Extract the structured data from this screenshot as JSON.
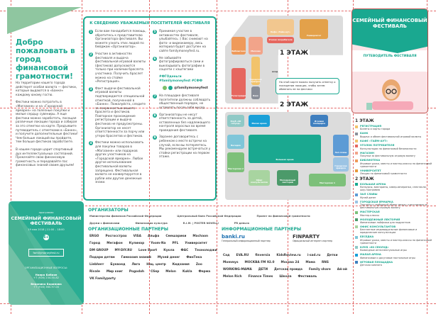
{
  "welcome": {
    "title": "Добро пожаловать в город финансовой грамотности!",
    "paragraphs": [
      "На территории нашего города действует особая валюта — фестики, которые выдаются в «Банке» каждому юному гостю.",
      "Фестики можно потратить в «Магазине» и на «Городской ярмарке» на полезные покупки и милые сердцу сувениры. А еще фестики можно заработать, посещая различные локации города и собирая за это отметки на карте. Предъявите путеводитель с отметками в «Банке», и получите дополнительные фестики! Чем больше локаций вы пройдете, тем больше фестиков заработаете.",
      "В нашем городе царит спортивный дух интеллектуальных состязаний. Прокачайте свою финансовую грамотность и передавайте пас финансовых знаний своим друзьям!"
    ]
  },
  "info": {
    "title": "К СВЕДЕНИЮ УВАЖАЕМЫХ ПОСЕТИТЕЛЕЙ ФЕСТИВАЛЯ",
    "rules": [
      {
        "n": "1",
        "text": "Если вам понадобится помощь, обратитесь к представителю Организатора фестиваля. Вы можете узнать этих людей по бейджам «Организатор»."
      },
      {
        "n": "2",
        "text": "Участие в активностях фестиваля и выдача фестивальной игровой валюты (фестиков) допускаются только при наличии браслета участника. Получить браслет можно на стойке «Регистрация»."
      },
      {
        "n": "3",
        "text": "Факт выдачи фестивальной игровой валюты подтверждается специальной отметкой, полученной в «Банке». Пожалуйста, следите за сохранностью вашего браслета и фестиков. Повторное прохождение регистрации и выдача фестиков не предусмотрены. Организатор не несет ответственности за порчу или утерю браслетов и фестиков."
      },
      {
        "n": "4",
        "text": "Фестики можно использовать для покупки товаров в «Магазине» или подарков других участников на «Городской ярмарке». Любое другое использование фестивальной валюты запрещено. Фестивальная валюта не конвертируется в рубли или другие денежные знаки."
      },
      {
        "n": "5",
        "text": "Принимая участие в активностях фестиваля, улыбайтесь :) Вас снимают на фото- и видеокамеру, весь материал будет доступен на сайте familymoneyfest.ru."
      },
      {
        "n": "6",
        "text": "Не забывайте фотографироваться сами и выкладывать фотографии в соцсети с хэштегами"
      },
      {
        "n": "7",
        "text": "На площадке фестиваля посетители должны соблюдать общественный порядок, не оставлять после себя мусор."
      },
      {
        "n": "8",
        "text": "Организаторы не несут ответственность за детей, оставленных без надлежащего контроля взрослых во время проведения фестиваля."
      },
      {
        "n": "9",
        "text": "Заранее договоритесь с ребенком о месте встречи на случай, если вы потеряетесь. Мы рекомендуем встречаться у стойки регистрации на первом этаже."
      }
    ],
    "hashtags": "#ФГОденьги #familymoneyfest #СФФ",
    "social_handle": "@familymoneyfest"
  },
  "card": {
    "program": "программа",
    "title": "СЕМЕЙНЫЙ ФИНАНСОВЫЙ ФЕСТИВАЛЬ",
    "date": "19 мая 2018 | 11:00 – 18:00",
    "age": "6+",
    "site": "familymoneyfest.ru",
    "org_label": "ОРГАНИЗАЦИОННЫЕ ВОПРОСЫ:",
    "contacts": [
      {
        "name": "Наира Бобаян",
        "phone": "+7 (926) 234-50-82"
      },
      {
        "name": "Вероника Баринова",
        "phone": "+7 (916) 360-97-04"
      }
    ]
  },
  "organizers": {
    "title": "ОРГАНИЗАТОРЫ",
    "logos": [
      "Министерство финансов Российской Федерации",
      "Центральный банк Российской Федерации",
      "Проект по финансовой грамотности",
      "Дружи с финансами",
      "Финансовая культура",
      "R.I.M. | POSTER NOVELLI",
      "PR деньги"
    ]
  },
  "partners": {
    "title": "ОРГАНИЗАЦИОННЫЕ ПАРТНЕРЫ",
    "logos": [
      "ERGO",
      "Росгосстрах",
      "VISA",
      "Альфа",
      "Смешарики",
      "Machaon",
      "Город",
      "Мегафон",
      "Кулинар",
      "Yoom-Na",
      "PFL",
      "Университет",
      "DM GROUP",
      "MY-DIY.RU",
      "Love Sport",
      "Кукла",
      "ФАС",
      "Технолоджи",
      "Подари детям",
      "Гимназия знаний",
      "Музей денег",
      "ФинТека",
      "Liebherr",
      "Буквоед",
      "Лига",
      "Нац. центр",
      "Кидзания",
      "Zoo",
      "Rivale",
      "Мир книг",
      "Pogodoh",
      "Сбер",
      "Melon",
      "Kukla",
      "Ферма",
      "VK Familyparty"
    ]
  },
  "info_partners": {
    "title": "ИНФОРМАЦИОННЫЕ ПАРТНЕРЫ",
    "general": {
      "name": "banki.ru",
      "role": "Генеральный информационный партнер"
    },
    "internet": {
      "name": "FINPARTY",
      "role": "Официальный интернет-партнер"
    },
    "logos": [
      "Сад",
      "EVA.RU",
      "finversia",
      "KidsReview.ru",
      "i-sad.ru",
      "Детки",
      "Mommys",
      "МОСКВА FM 92.0",
      "Москва 24",
      "Мама",
      "RNS",
      "WORKING-MAMA",
      "ДЕТИ",
      "Детская правда",
      "Family share",
      "Ай-ай",
      "Melon Rich",
      "Finance Times",
      "Школа",
      "Фестиваль"
    ]
  },
  "map": {
    "floor1": "1 ЭТАЖ",
    "floor2": "2 ЭТАЖ",
    "note": "На этой карте можно получить отметку о посещении локации, чтобы затем обменять ее на фестики",
    "entrance": "вход",
    "rooms1": [
      "Кафе «Тайм-аут»",
      "Университет",
      "Уголок потребителя",
      "Библиотека",
      "Магазин",
      "Регистрация",
      "Городская ярмарка",
      "Банк"
    ],
    "rooms2": [
      "Клуб «60 секунд»",
      "Малая арена",
      "Игровая площадка",
      "Беседка",
      "Зал славы",
      "Большая арена",
      "Мастерская 2",
      "Офис консультантов",
      "Молодежный лекторий",
      "Мастерская 1",
      "Городская ярмарка"
    ]
  },
  "cover": {
    "title": "СЕМЕЙНЫЙ ФИНАНСОВЫЙ ФЕСТИВАЛЬ",
    "subtitle": "ПУТЕВОДИТЕЛЬ ФЕСТИВАЛЯ"
  },
  "legend": {
    "floor1_title": "1 ЭТАЖ",
    "floor1": [
      {
        "name": "РЕГИСТРАЦИЯ",
        "desc": "Билеты и карты города",
        "color": "#f2c36b"
      },
      {
        "name": "БАНК",
        "desc": "Выдача и обмен фестивальной игровой валюты",
        "color": "#8a8f99"
      },
      {
        "name": "КАФЕ «ТАЙМ-АУТ»",
        "desc": "",
        "color": "#f2c36b"
      },
      {
        "name": "УГОЛОК ПОТРЕБИТЕЛЯ",
        "desc": "Консультации по финансовой безопасности",
        "color": "#e6675f"
      },
      {
        "name": "МАГАЗИН",
        "desc": "Покупки за фестивальную игровую валюту",
        "color": "#f2a48a"
      },
      {
        "name": "БИБЛИОТЕКА",
        "desc": "Игровые уроки, квесты и мастер-классы по финансовой грамотности",
        "color": "#ef9a5a"
      },
      {
        "name": "УНИВЕРСИТЕТ",
        "desc": "Лекции по финансовой грамотности",
        "color": "#e79a3c"
      }
    ],
    "floor2_title": "2 ЭТАЖ",
    "floor2": [
      {
        "name": "БОЛЬШАЯ АРЕНА",
        "desc": "Конкурсы, викторины, кавер-вечеринки, спектакли, шоу-программа",
        "color": "#1aa890"
      },
      {
        "name": "ЗАЛ СЛАВЫ",
        "desc": "Музей денег",
        "color": "#5d9bd5"
      },
      {
        "name": "ГОРОДСКАЯ ЯРМАРКА",
        "desc": "Торговля и свободный обмен между участниками за фестивальную игровую валюту",
        "color": "#9cc4e4"
      },
      {
        "name": "МАСТЕРСКАЯ",
        "desc": "Мастер-классы",
        "color": "#7dc07a"
      },
      {
        "name": "МОЛОДЕЖНЫЙ ЛЕКТОРИЙ",
        "desc": "Финансовые лайфхаки для подростков",
        "color": "#4c9a6a"
      },
      {
        "name": "ОФИС КОНСУЛЬТАНТОВ",
        "desc": "Бесплатные индивидуальные финансовые и юридические консультации",
        "color": "#a8d4a0"
      },
      {
        "name": "БЕСЕДКА",
        "desc": "Игровые уроки, квесты и мастер-классы по финансовой грамотности",
        "color": "#7fc6d9"
      },
      {
        "name": "КЛУБ «60 СЕКУНД»",
        "desc": "Командные интеллектуальные игры",
        "color": "#8fc9c6"
      },
      {
        "name": "МАЛАЯ АРЕНА",
        "desc": "Финансовые и досуговые настольные игры",
        "color": "#1aa0d8"
      },
      {
        "name": "ИГРОВАЯ ПЛОЩАДКА",
        "desc": "Детская комната",
        "color": "#3f7fbf"
      }
    ]
  }
}
